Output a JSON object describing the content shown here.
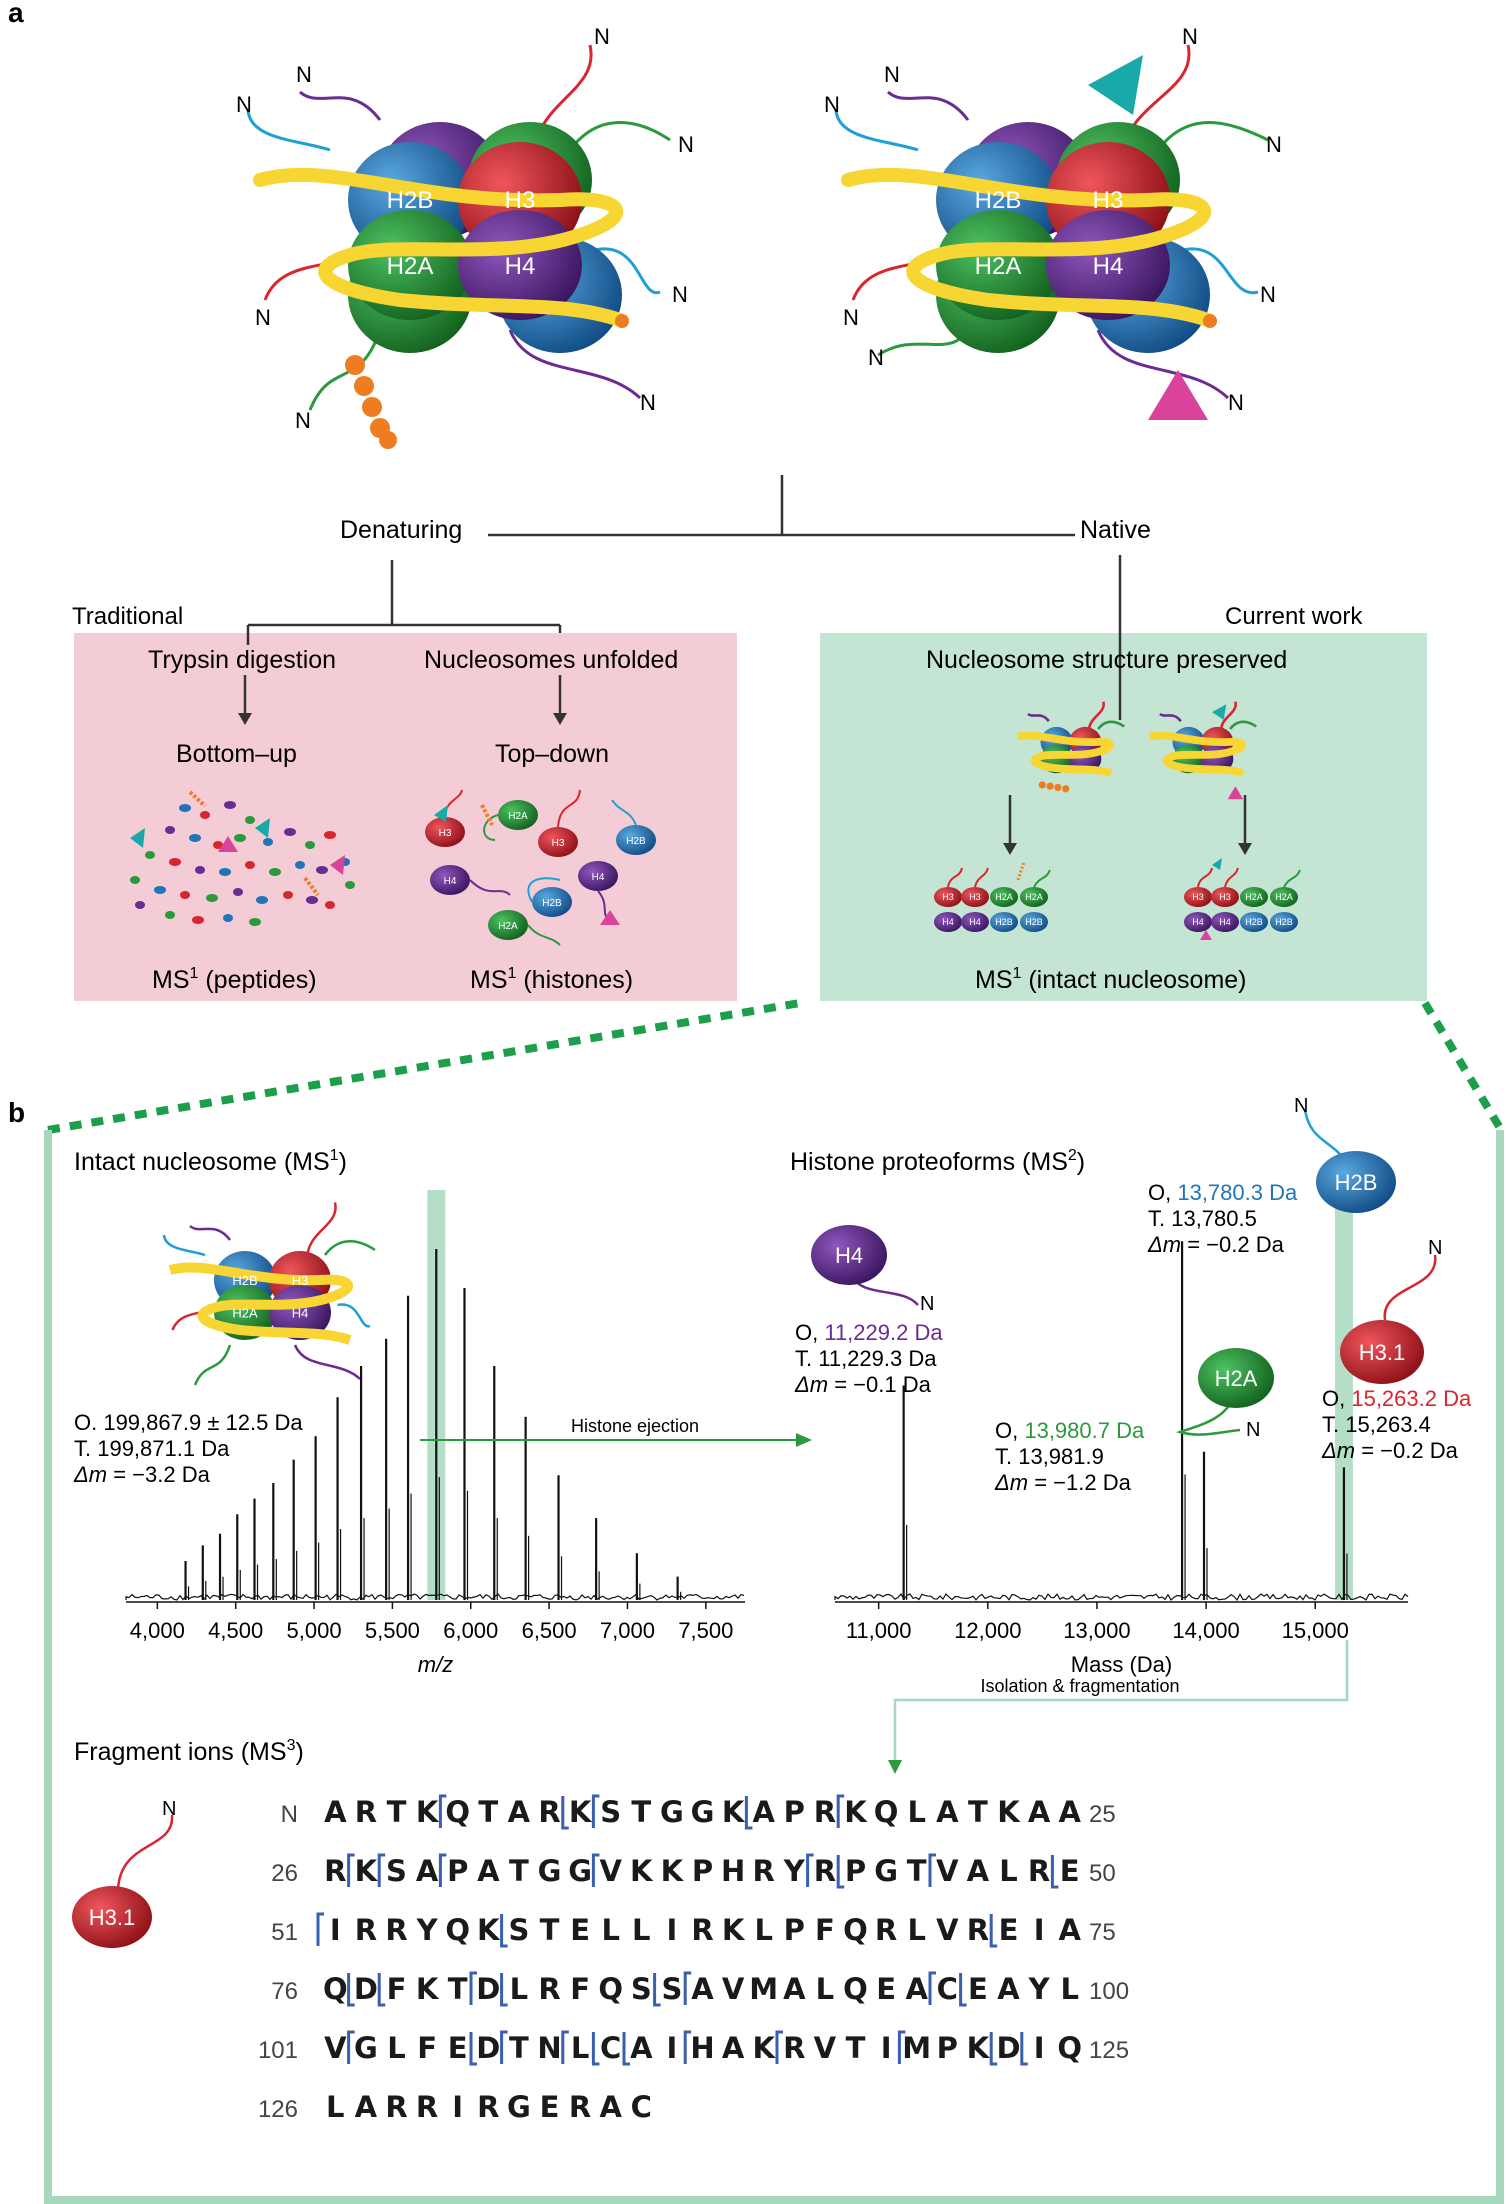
{
  "panel_a": {
    "label": "a",
    "histones": [
      "H2B",
      "H3",
      "H2A",
      "H4"
    ],
    "n_term": "N",
    "branch_left": "Denaturing",
    "branch_right": "Native",
    "traditional_label": "Traditional",
    "current_label": "Current work",
    "trypsin": "Trypsin digestion",
    "unfolded": "Nucleosomes unfolded",
    "preserved": "Nucleosome structure preserved",
    "bottom_up": "Bottom–up",
    "top_down": "Top–down",
    "ms1_peptides": "MS",
    "ms1_peptides_sup": "1",
    "ms1_peptides_rest": " (peptides)",
    "ms1_histones": "MS",
    "ms1_histones_sup": "1",
    "ms1_histones_rest": " (histones)",
    "ms1_intact": "MS",
    "ms1_intact_sup": "1",
    "ms1_intact_rest": " (intact nucleosome)"
  },
  "panel_b": {
    "label": "b",
    "intact_title": "Intact nucleosome (MS",
    "intact_title_sup": "1",
    "intact_title_end": ")",
    "proteoforms_title": "Histone proteoforms (MS",
    "proteoforms_title_sup": "2",
    "proteoforms_title_end": ")",
    "fragment_title": "Fragment ions (MS",
    "fragment_title_sup": "3",
    "fragment_title_end": ")",
    "intact_mass": {
      "o": "O. 199,867.9 ± 12.5 Da",
      "t": "T. 199,871.1 Da",
      "dm_label": "Δm",
      "dm": " = −3.2 Da"
    },
    "h4": {
      "name": "H4",
      "o_prefix": "O, ",
      "o": "11,229.2 Da",
      "t": "T. 11,229.3 Da",
      "dm_label": "Δm",
      "dm": " = −0.1 Da",
      "color": "#6a2c91"
    },
    "h2a": {
      "name": "H2A",
      "o_prefix": "O, ",
      "o": "13,980.7 Da",
      "t": "T. 13,981.9",
      "dm_label": "Δm",
      "dm": " = −1.2 Da",
      "color": "#2a9a3c"
    },
    "h2b": {
      "name": "H2B",
      "o_prefix": "O, ",
      "o": "13,780.3 Da",
      "t": "T. 13,780.5",
      "dm_label": "Δm",
      "dm": " = −0.2 Da",
      "color": "#1f75b8"
    },
    "h31": {
      "name": "H3.1",
      "o_prefix": "O, ",
      "o": "15,263.2 Da",
      "t": "T. 15,263.4",
      "dm_label": "Δm",
      "dm": " = −0.2 Da",
      "color": "#d7262e"
    },
    "histone_ejection": "Histone ejection",
    "isolation": "Isolation & fragmentation",
    "n_term": "N"
  },
  "chart_data": [
    {
      "type": "line",
      "title": "Intact nucleosome (MS1)",
      "xlabel": "m/z",
      "ylabel": "",
      "xlim": [
        3800,
        7750
      ],
      "xticks": [
        "4,000",
        "4,500",
        "5,000",
        "5,500",
        "6,000",
        "6,500",
        "7,000",
        "7,500"
      ],
      "xtick_values": [
        4000,
        4500,
        5000,
        5500,
        6000,
        6500,
        7000,
        7500
      ],
      "peaks_x": [
        4180,
        4290,
        4400,
        4510,
        4620,
        4740,
        4870,
        5010,
        5150,
        5300,
        5460,
        5600,
        5780,
        5960,
        6150,
        6350,
        6560,
        6800,
        7060,
        7320
      ],
      "peaks_y": [
        0.1,
        0.14,
        0.17,
        0.22,
        0.26,
        0.3,
        0.36,
        0.42,
        0.52,
        0.6,
        0.67,
        0.78,
        0.9,
        0.8,
        0.6,
        0.47,
        0.32,
        0.21,
        0.12,
        0.06
      ],
      "highlight_x": 5780
    },
    {
      "type": "line",
      "title": "Histone proteoforms (MS2)",
      "xlabel": "Mass (Da)",
      "ylabel": "",
      "xlim": [
        10600,
        15850
      ],
      "xticks": [
        "11,000",
        "12,000",
        "13,000",
        "14,000",
        "15,000"
      ],
      "xtick_values": [
        11000,
        12000,
        13000,
        14000,
        15000
      ],
      "peaks_x": [
        11229,
        13780,
        13981,
        15263
      ],
      "peaks_y": [
        0.55,
        0.92,
        0.38,
        0.34
      ],
      "highlight_x": 15263
    }
  ],
  "fragment_sequence": {
    "start": "N",
    "rows": [
      {
        "start": "",
        "residues": "ARTKQTARKSTGGKAPRKQLATKAA",
        "end": "25"
      },
      {
        "start": "26",
        "residues": "RKSAPATGGVKKPHRYRPGTVALRE",
        "end": "50"
      },
      {
        "start": "51",
        "residues": "IRRYQKSTELLIRKLPFQRLVREIA",
        "end": "75"
      },
      {
        "start": "76",
        "residues": "QDFKTDLRFQSSAVMALQEACEAYL",
        "end": "100"
      },
      {
        "start": "101",
        "residues": "VGLFEDTNLCAIHAKRVTIMPKDIQ",
        "end": "125"
      },
      {
        "start": "126",
        "residues": "LARRIRGERAC",
        "end": ""
      }
    ]
  },
  "colors": {
    "h2b": "#1f75b8",
    "h3": "#d7262e",
    "h2a": "#2a9a3c",
    "h4": "#6a2c91",
    "dna": "#f7d634",
    "pink_box": "#f4ccd6",
    "green_box": "#c4e5d4",
    "frame": "#a7d8be",
    "dashes": "#1d9e4b",
    "cys": "#d9a21b",
    "cleave": "#3a5fb0",
    "pink_mark": "#d9439b",
    "teal_mark": "#1aa8a8",
    "orange": "#ee7d22"
  }
}
